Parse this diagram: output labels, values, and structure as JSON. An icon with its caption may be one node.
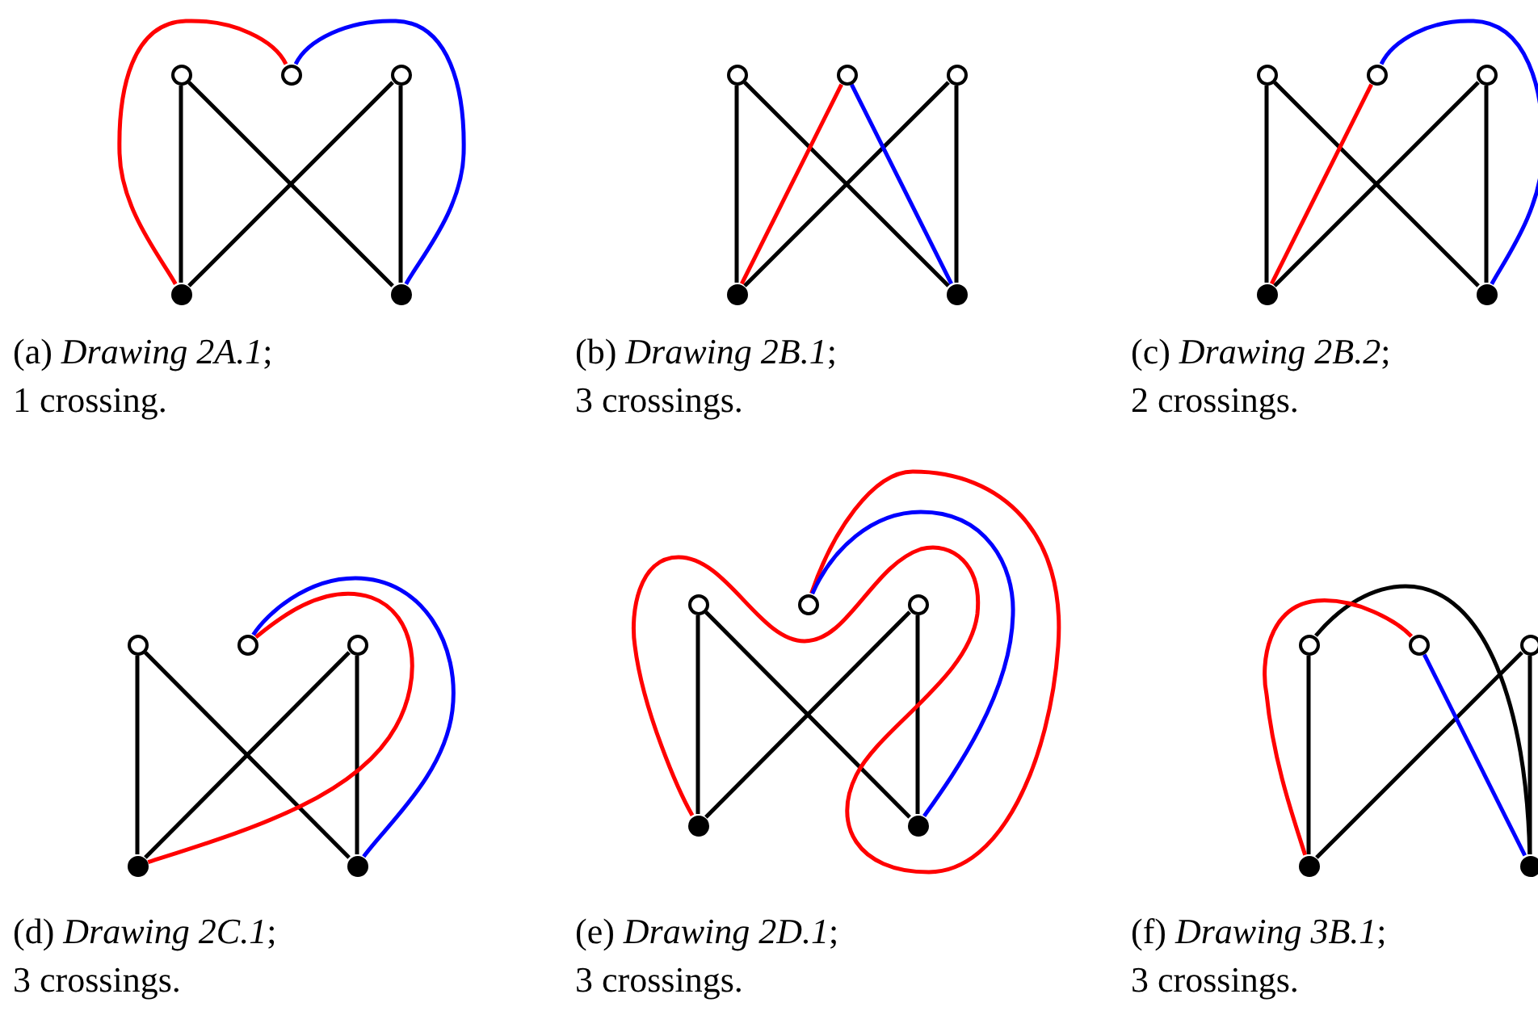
{
  "diagram": {
    "nodes": [
      {
        "text": [],
        "shape": "circle"
      },
      {
        "text": [],
        "shape": "circle"
      },
      {
        "text": [],
        "shape": "circle"
      },
      {
        "text": [],
        "shape": "circle"
      },
      {
        "text": [],
        "shape": "circle"
      },
      {
        "text": [],
        "shape": "circle"
      },
      {
        "text": [],
        "shape": "circle"
      },
      {
        "text": [],
        "shape": "circle"
      },
      {
        "text": [],
        "shape": "circle"
      },
      {
        "text": [],
        "shape": "circle"
      },
      {
        "text": [],
        "shape": "circle"
      },
      {
        "text": [],
        "shape": "circle"
      },
      {
        "text": [],
        "shape": "circle"
      },
      {
        "text": [],
        "shape": "circle"
      },
      {
        "text": [],
        "shape": "circle"
      },
      {
        "text": [],
        "shape": "circle"
      },
      {
        "text": [],
        "shape": "circle"
      },
      {
        "text": [],
        "shape": "circle"
      },
      {
        "text": [],
        "shape": "circle"
      },
      {
        "text": [],
        "shape": "circle"
      },
      {
        "text": [],
        "shape": "circle"
      },
      {
        "text": [],
        "shape": "circle"
      },
      {
        "text": [],
        "shape": "circle"
      },
      {
        "text": [],
        "shape": "circle"
      },
      {
        "text": [],
        "shape": "circle"
      },
      {
        "text": [],
        "shape": "circle"
      },
      {
        "text": [],
        "shape": "circle"
      },
      {
        "text": [],
        "shape": "circle"
      },
      {
        "text": [],
        "shape": "circle"
      },
      {
        "text": [],
        "shape": "circle"
      }
    ],
    "edges": [
      {
        "from": 0,
        "to": 3,
        "arrow": "none"
      },
      {
        "from": 0,
        "to": 4,
        "arrow": "none"
      },
      {
        "from": 2,
        "to": 3,
        "arrow": "none"
      },
      {
        "from": 2,
        "to": 4,
        "arrow": "none"
      },
      {
        "from": 1,
        "to": 3,
        "arrow": "none",
        "color": "#ff0000"
      },
      {
        "from": 1,
        "to": 4,
        "arrow": "none",
        "color": "#0000ff"
      },
      {
        "from": 5,
        "to": 8,
        "arrow": "none"
      },
      {
        "from": 5,
        "to": 9,
        "arrow": "none"
      },
      {
        "from": 7,
        "to": 8,
        "arrow": "none"
      },
      {
        "from": 7,
        "to": 9,
        "arrow": "none"
      },
      {
        "from": 6,
        "to": 8,
        "arrow": "none",
        "color": "#ff0000"
      },
      {
        "from": 6,
        "to": 9,
        "arrow": "none",
        "color": "#0000ff"
      },
      {
        "from": 10,
        "to": 13,
        "arrow": "none"
      },
      {
        "from": 10,
        "to": 14,
        "arrow": "none"
      },
      {
        "from": 12,
        "to": 13,
        "arrow": "none"
      },
      {
        "from": 12,
        "to": 14,
        "arrow": "none"
      },
      {
        "from": 11,
        "to": 13,
        "arrow": "none",
        "color": "#ff0000"
      },
      {
        "from": 11,
        "to": 14,
        "arrow": "none",
        "color": "#0000ff"
      },
      {
        "from": 15,
        "to": 18,
        "arrow": "none"
      },
      {
        "from": 15,
        "to": 19,
        "arrow": "none"
      },
      {
        "from": 17,
        "to": 18,
        "arrow": "none"
      },
      {
        "from": 17,
        "to": 19,
        "arrow": "none"
      },
      {
        "from": 16,
        "to": 18,
        "arrow": "none",
        "color": "#ff0000"
      },
      {
        "from": 16,
        "to": 19,
        "arrow": "none",
        "color": "#0000ff"
      },
      {
        "from": 20,
        "to": 23,
        "arrow": "none"
      },
      {
        "from": 20,
        "to": 24,
        "arrow": "none"
      },
      {
        "from": 22,
        "to": 23,
        "arrow": "none"
      },
      {
        "from": 22,
        "to": 24,
        "arrow": "none"
      },
      {
        "from": 21,
        "to": 23,
        "arrow": "none",
        "color": "#ff0000"
      },
      {
        "from": 21,
        "to": 24,
        "arrow": "none",
        "color": "#0000ff"
      },
      {
        "from": 25,
        "to": 28,
        "arrow": "none"
      },
      {
        "from": 25,
        "to": 29,
        "arrow": "none"
      },
      {
        "from": 27,
        "to": 28,
        "arrow": "none"
      },
      {
        "from": 27,
        "to": 29,
        "arrow": "none"
      },
      {
        "from": 26,
        "to": 28,
        "arrow": "none",
        "color": "#ff0000"
      },
      {
        "from": 26,
        "to": 29,
        "arrow": "none",
        "color": "#0000ff"
      }
    ],
    "labels": [
      "(a) *Drawing 2A.1*; 1 crossing.",
      "(b) *Drawing 2B.1*; 3 crossings.",
      "(c) *Drawing 2B.2*; 2 crossings.",
      "(d) *Drawing 2C.1*; 3 crossings.",
      "(e) *Drawing 2D.1*; 3 crossings.",
      "(f) *Drawing 3B.1*; 3 crossings."
    ]
  }
}
